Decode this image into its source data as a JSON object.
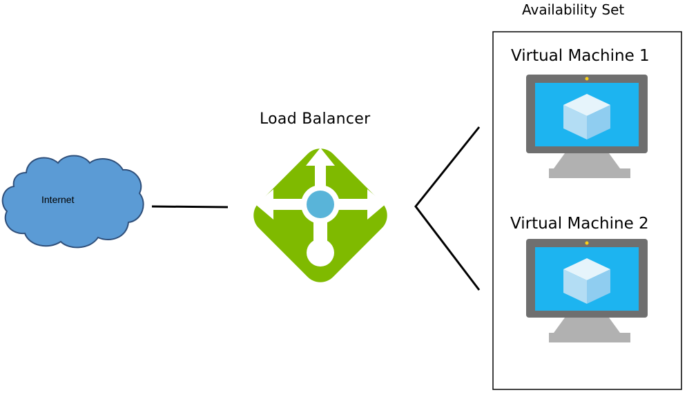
{
  "diagram": {
    "internet": {
      "label": "Internet",
      "color": "#5b9bd5"
    },
    "load_balancer": {
      "label": "Load Balancer",
      "color": "#7fba00",
      "hub_color": "#59b4d9"
    },
    "availability_set": {
      "label": "Availability Set"
    },
    "virtual_machines": [
      {
        "label": "Virtual Machine 1"
      },
      {
        "label": "Virtual Machine 2"
      }
    ],
    "vm_colors": {
      "bezel": "#6f6f6f",
      "screen": "#1db4f0",
      "stand": "#b1b1b1",
      "led": "#fcd116"
    }
  }
}
